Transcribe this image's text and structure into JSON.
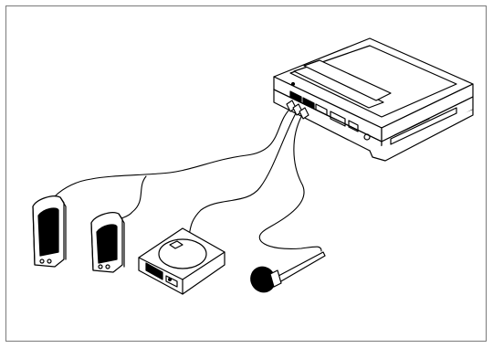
{
  "figure": {
    "components": [
      {
        "name": "notebook-computer",
        "icon": "laptop-icon"
      },
      {
        "name": "left-speaker",
        "icon": "speaker-icon"
      },
      {
        "name": "right-speaker",
        "icon": "speaker-icon"
      },
      {
        "name": "portable-cd-player",
        "icon": "cd-player-icon"
      },
      {
        "name": "microphone",
        "icon": "microphone-icon"
      }
    ],
    "colors": {
      "line": "#000000",
      "background": "#ffffff",
      "border": "#7a7a7a"
    }
  }
}
